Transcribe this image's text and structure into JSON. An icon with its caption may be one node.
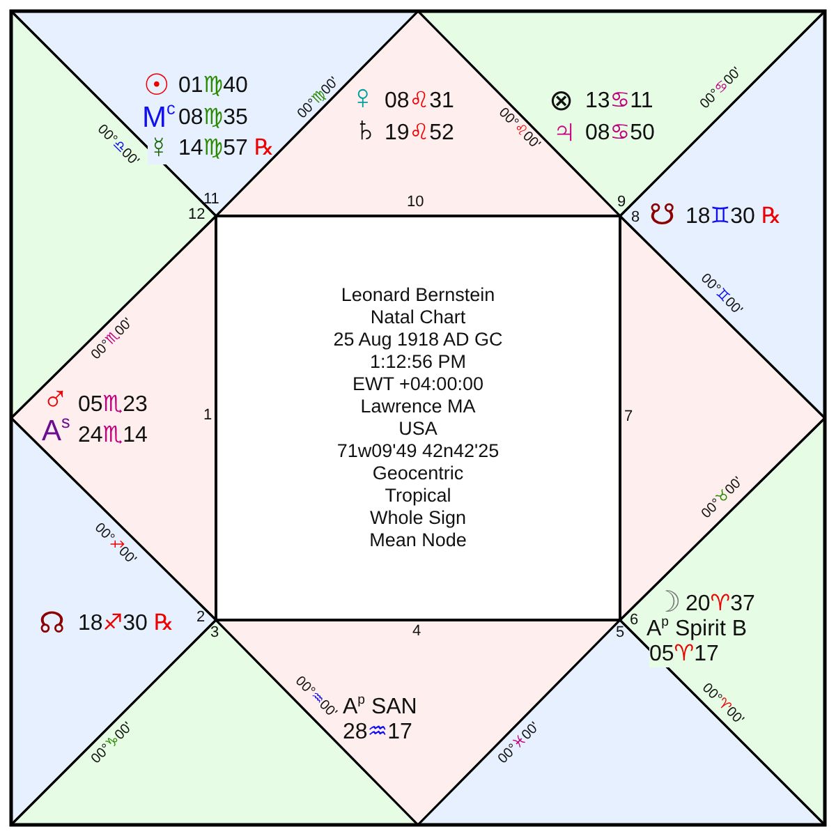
{
  "diagram": {
    "nodes": [
      {
        "text": [
          "Leonard Bernstein",
          "Natal Chart",
          "25 Aug 1918 AD GC",
          "1:12:56 PM",
          "EWT +04:00:00",
          "Lawrence MA",
          "USA",
          "71w09'49 42n42'25",
          "Geocentric",
          "Tropical",
          "Whole Sign",
          "Mean Node"
        ]
      },
      {
        "text": [
          "♂",
          "05♏23",
          "A$^{s}$",
          "24♏14",
          "1"
        ]
      },
      {
        "text": [
          "☊",
          "18♐30 ℞",
          "2"
        ]
      },
      {
        "text": [
          "3"
        ]
      },
      {
        "text": [
          "4",
          "A$^{p}$ SAN",
          "28♒17"
        ]
      },
      {
        "text": [
          "5"
        ]
      },
      {
        "text": [
          "☽",
          "20♈37",
          "6",
          "A$^{p}$ Spirit B",
          "05♈17"
        ]
      },
      {
        "text": [
          "7"
        ]
      },
      {
        "text": [
          "8",
          "☋",
          "18♊30 ℞"
        ]
      },
      {
        "text": [
          "⊗",
          "13♋11",
          "♃",
          "08♋50",
          "9"
        ]
      },
      {
        "text": [
          "♀",
          "08♌31",
          "♄",
          "19♌52",
          "10"
        ]
      },
      {
        "text": [
          "☉",
          "01♍40",
          "M$^{c}$",
          "08♍35",
          "☿",
          "14♍57 ℞",
          "11"
        ]
      },
      {
        "text": [
          "12"
        ]
      }
    ],
    "labels": [
      "00°♎00'",
      "00°♍00'",
      "00°♌00'",
      "00°♋00'",
      "00°♊00'",
      "00°♏00'",
      "00°♉00'",
      "00°♐00'",
      "00°♈00'",
      "00°♒00'",
      "00°♓00'",
      "00°♑00'"
    ]
  }
}
